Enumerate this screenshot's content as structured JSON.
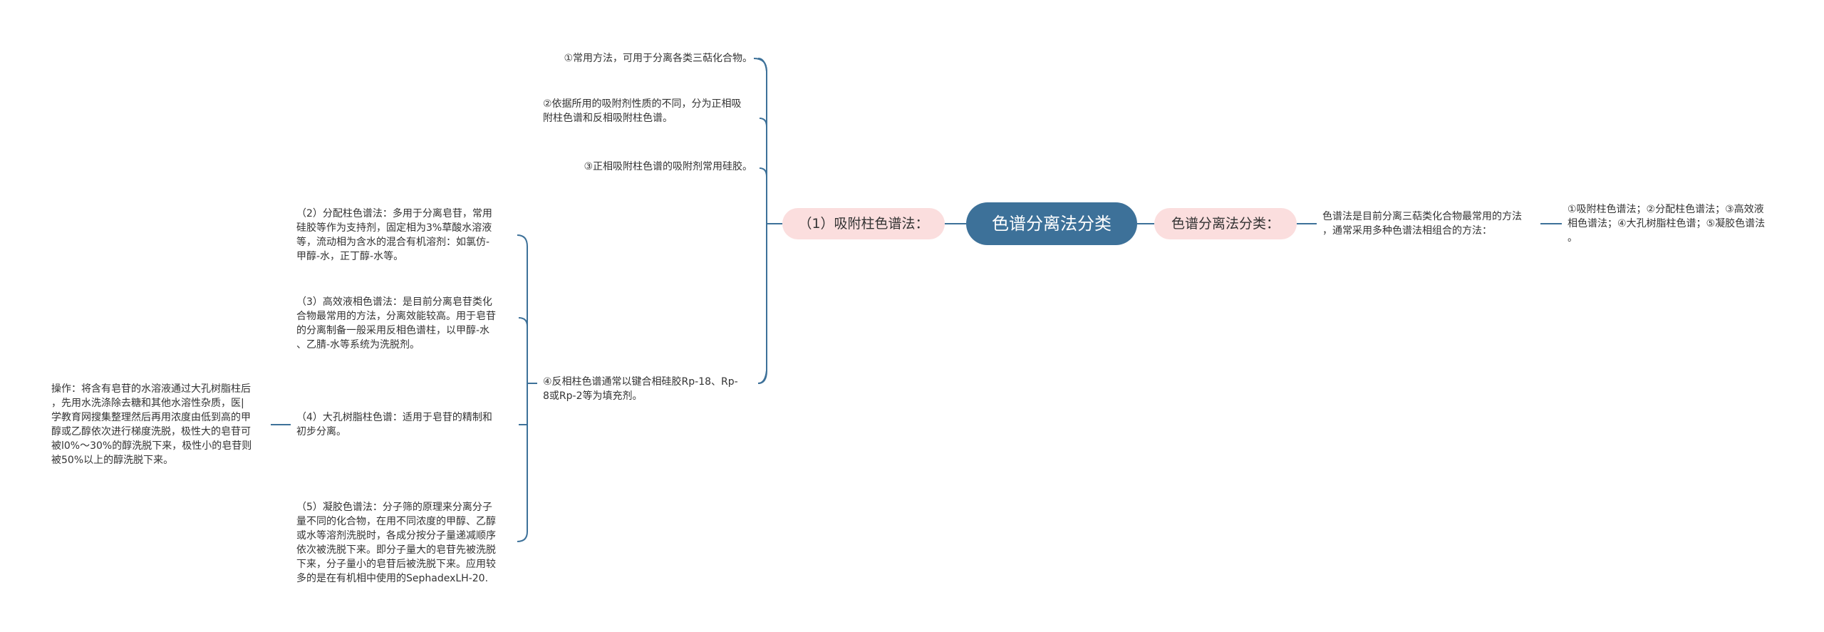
{
  "root": {
    "label": "色谱分离法分类"
  },
  "right_branch": {
    "label": "色谱分离法分类：",
    "child": {
      "lines": [
        "色谱法是目前分离三萜类化合物最常用的方法",
        "，通常采用多种色谱法相组合的方法："
      ],
      "child": {
        "lines": [
          "①吸附柱色谱法；②分配柱色谱法；③高效液",
          "相色谱法；④大孔树脂柱色谱；⑤凝胶色谱法",
          "。"
        ]
      }
    }
  },
  "left_branch": {
    "label": "（1）吸附柱色谱法：",
    "children": [
      {
        "lines": [
          "①常用方法，可用于分离各类三萜化合物。"
        ]
      },
      {
        "lines": [
          "②依据所用的吸附剂性质的不同，分为正相吸",
          "附柱色谱和反相吸附柱色谱。"
        ]
      },
      {
        "lines": [
          "③正相吸附柱色谱的吸附剂常用硅胶。"
        ]
      },
      {
        "lines": [
          "④反相柱色谱通常以键合相硅胶Rp-18、Rp-",
          "8或Rp-2等为填充剂。"
        ],
        "children": [
          {
            "lines": [
              "（2）分配柱色谱法：多用于分离皂苷，常用",
              "硅胶等作为支持剂，固定相为3%草酸水溶液",
              "等，流动相为含水的混合有机溶剂：如氯仿-",
              "甲醇-水，正丁醇-水等。"
            ]
          },
          {
            "lines": [
              "（3）高效液相色谱法：是目前分离皂苷类化",
              "合物最常用的方法，分离效能较高。用于皂苷",
              "的分离制备一般采用反相色谱柱，以甲醇-水",
              "、乙腈-水等系统为洗脱剂。"
            ]
          },
          {
            "lines": [
              "（4）大孔树脂柱色谱：适用于皂苷的精制和",
              "初步分离。"
            ],
            "children": [
              {
                "lines": [
                  "操作：将含有皂苷的水溶液通过大孔树脂柱后",
                  "，先用水洗涤除去糖和其他水溶性杂质，医|",
                  "学教育网搜集整理然后再用浓度由低到高的甲",
                  "醇或乙醇依次进行梯度洗脱，极性大的皂苷可",
                  "被l0%～30%的醇洗脱下来，极性小的皂苷则",
                  "被50%以上的醇洗脱下来。"
                ]
              }
            ]
          },
          {
            "lines": [
              "（5）凝胶色谱法：分子筛的原理来分离分子",
              "量不同的化合物，在用不同浓度的甲醇、乙醇",
              "或水等溶剂洗脱时，各成分按分子量递减顺序",
              "依次被洗脱下来。即分子量大的皂苷先被洗脱",
              "下来，分子量小的皂苷后被洗脱下来。应用较",
              "多的是在有机相中使用的SephadexLH-20."
            ]
          }
        ]
      }
    ]
  },
  "colors": {
    "root_fill": "#3d7199",
    "pill_fill": "#fbdede",
    "line": "#3d7199",
    "text": "#333333"
  }
}
